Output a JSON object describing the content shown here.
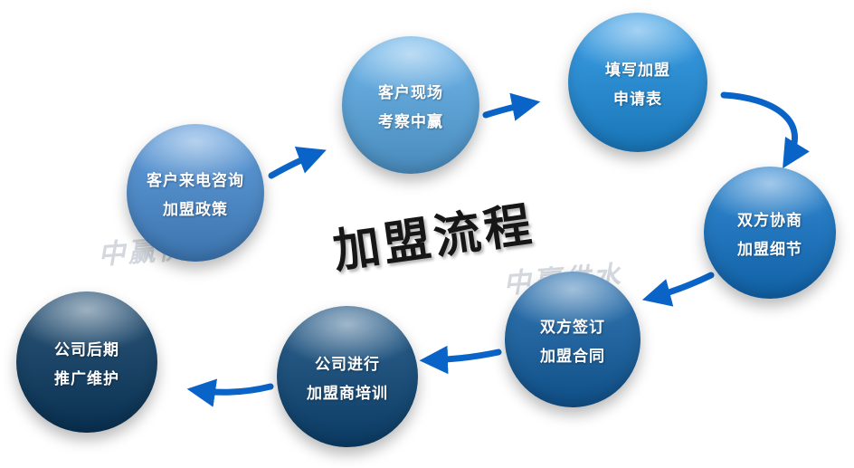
{
  "title": {
    "text": "加盟流程"
  },
  "watermark": {
    "text": "中赢供水"
  },
  "colors": {
    "arrow": "#0a64c8",
    "background": "#ffffff",
    "title_text": "#161616",
    "node_text": "#ffffff",
    "watermark_text": "#aebac4"
  },
  "nodes": [
    {
      "id": "consult",
      "line1": "客户来电咨询",
      "line2": "加盟政策",
      "color": "#4a90d8"
    },
    {
      "id": "visit",
      "line1": "客户现场",
      "line2": "考察中赢",
      "color": "#5badea"
    },
    {
      "id": "form",
      "line1": "填写加盟",
      "line2": "申请表",
      "color": "#1f92e4"
    },
    {
      "id": "negotiate",
      "line1": "双方协商",
      "line2": "加盟细节",
      "color": "#1478cd"
    },
    {
      "id": "sign",
      "line1": "双方签订",
      "line2": "加盟合同",
      "color": "#1463a9"
    },
    {
      "id": "training",
      "line1": "公司进行",
      "line2": "加盟商培训",
      "color": "#0e4a7d"
    },
    {
      "id": "maintain",
      "line1": "公司后期",
      "line2": "推广维护",
      "color": "#0b3c65"
    }
  ]
}
